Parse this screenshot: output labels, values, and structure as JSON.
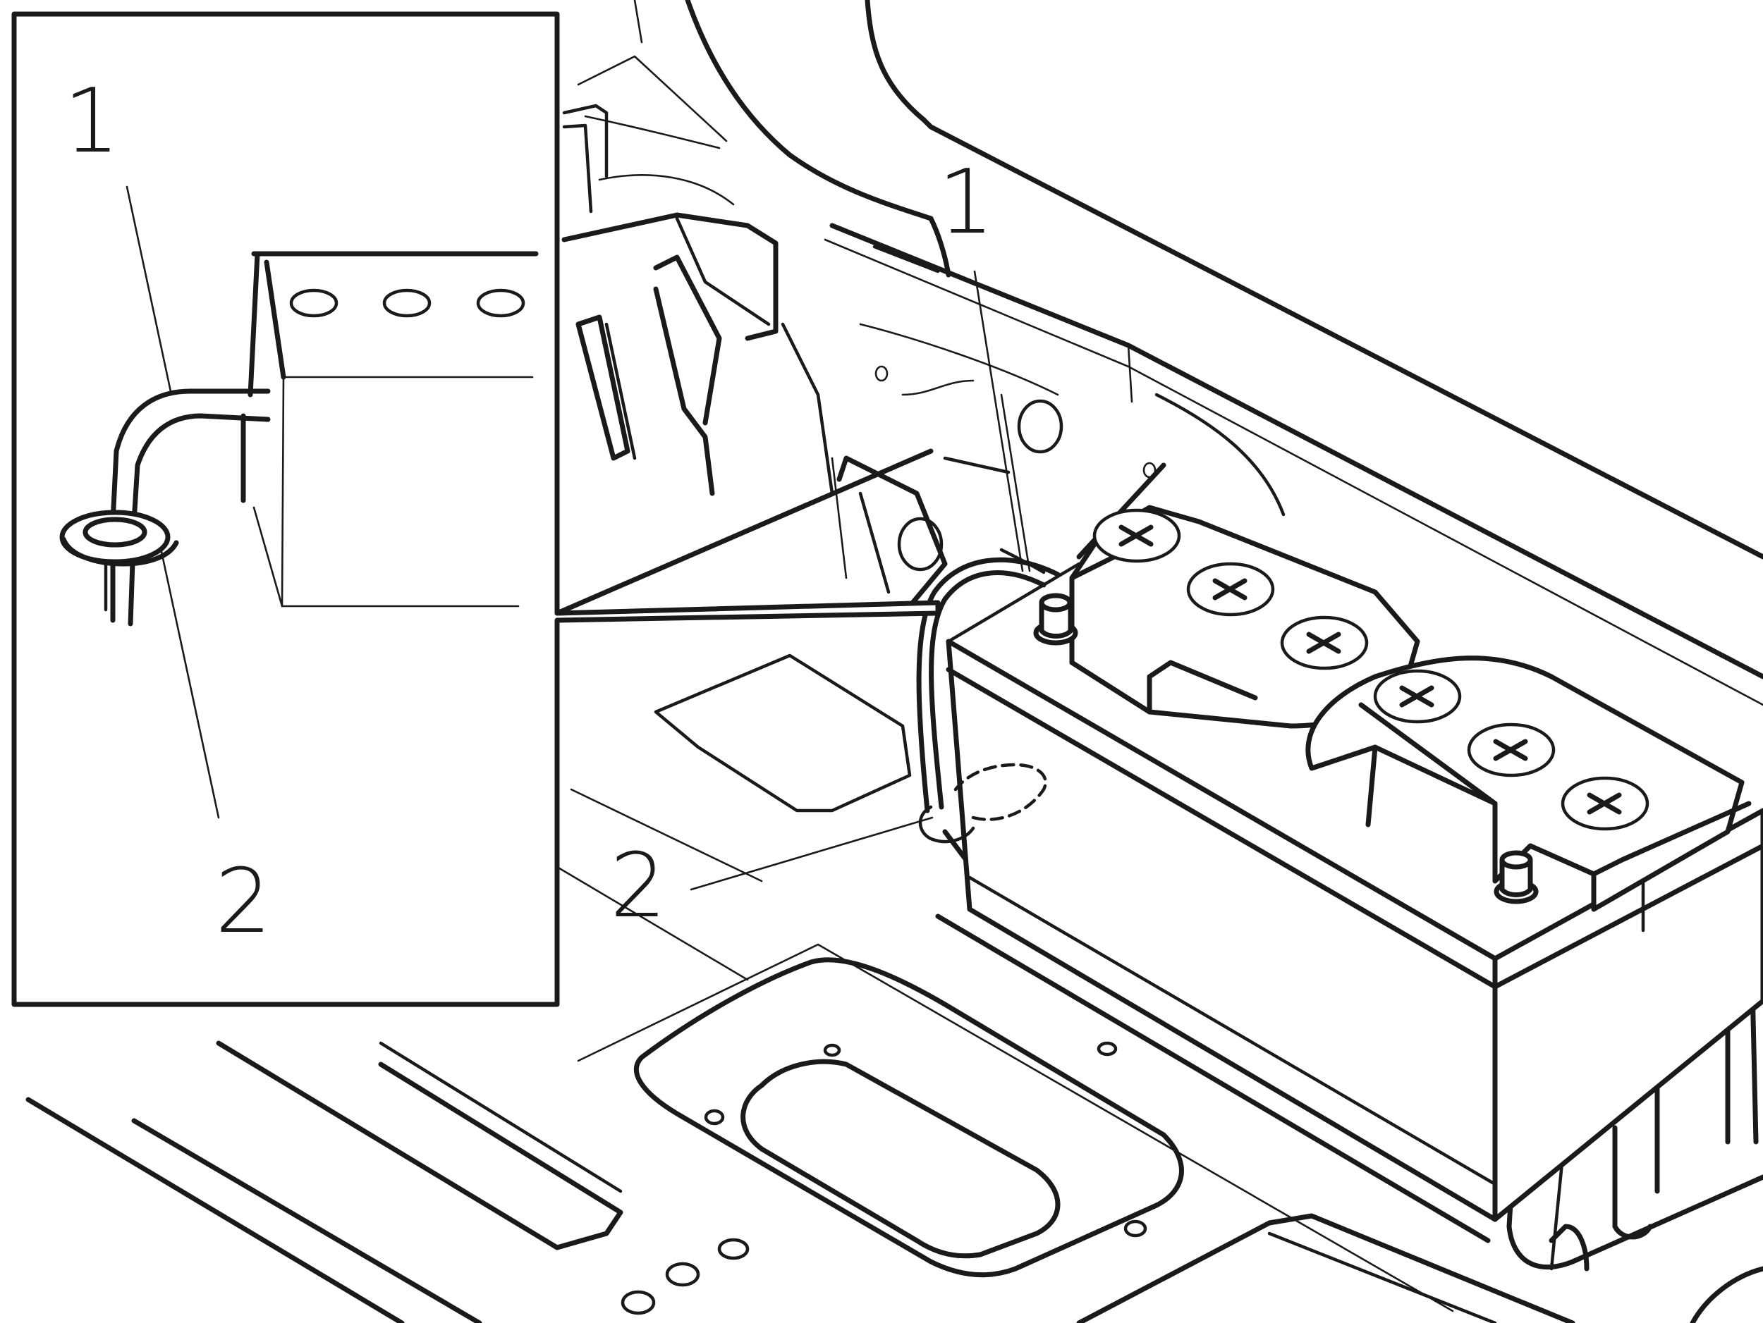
{
  "inset": {
    "callouts": [
      {
        "number": "1",
        "part": "cable"
      },
      {
        "number": "2",
        "part": "grommet"
      }
    ]
  },
  "main_view": {
    "callouts": [
      {
        "number": "1",
        "part": "cable"
      },
      {
        "number": "2",
        "part": "grommet"
      }
    ]
  },
  "icons": {
    "terminal_cap": "plus-cross-icon"
  }
}
